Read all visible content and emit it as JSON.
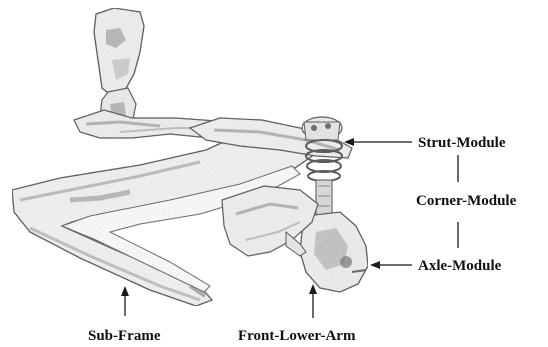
{
  "labels": {
    "strut_module": "Strut-Module",
    "corner_module": "Corner-Module",
    "axle_module": "Axle-Module",
    "sub_frame": "Sub-Frame",
    "front_lower_arm": "Front-Lower-Arm"
  },
  "colors": {
    "background": "#ffffff",
    "text": "#111111",
    "part_fill": "#f4f4f4",
    "part_shade": "#7a7a7a",
    "part_outline": "#3c3c3c"
  }
}
